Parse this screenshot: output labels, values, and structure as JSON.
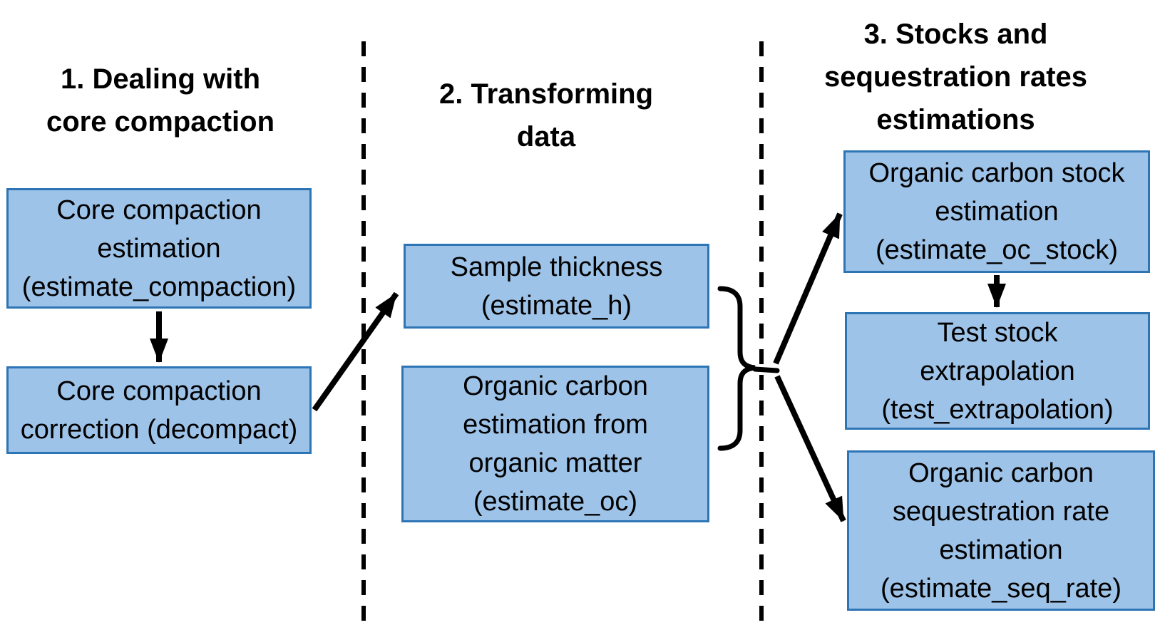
{
  "colors": {
    "box_fill": "#9EC3E8",
    "box_border": "#2E75B6",
    "connector": "#000000",
    "background": "#FFFFFF",
    "text": "#000000"
  },
  "sections": [
    {
      "title": "1. Dealing with\ncore compaction",
      "boxes": [
        {
          "label": "Core compaction\nestimation\n(estimate_compaction)"
        },
        {
          "label": "Core compaction\ncorrection (decompact)"
        }
      ]
    },
    {
      "title": "2. Transforming\ndata",
      "boxes": [
        {
          "label": "Sample thickness\n(estimate_h)"
        },
        {
          "label": "Organic carbon\nestimation from\norganic matter\n(estimate_oc)"
        }
      ]
    },
    {
      "title": "3. Stocks and\nsequestration rates\nestimations",
      "boxes": [
        {
          "label": "Organic carbon stock\nestimation\n(estimate_oc_stock)"
        },
        {
          "label": "Test stock\nextrapolation\n(test_extrapolation)"
        },
        {
          "label": "Organic carbon\nsequestration rate\nestimation\n(estimate_seq_rate)"
        }
      ]
    }
  ]
}
